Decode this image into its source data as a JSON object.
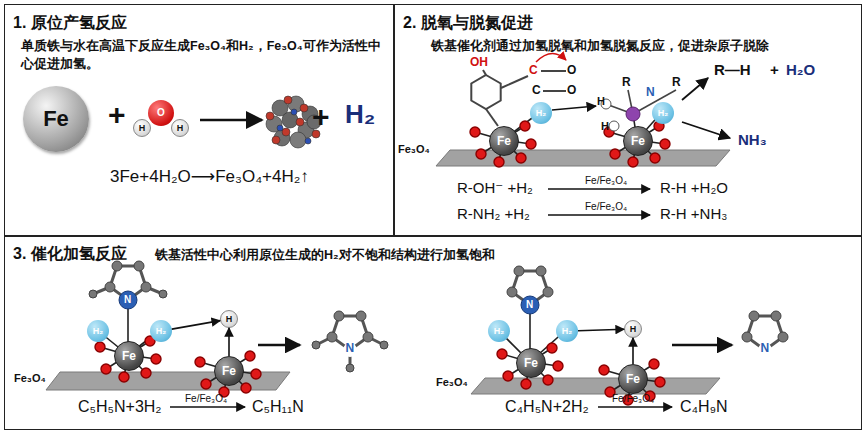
{
  "diagram": {
    "nodes": [
      {
        "text": [
          "1. 原位产氢反应",
          "单质铁与水在高温下反应生成Fe₃O₄和H₂，Fe₃O₄可作为活性中心促进加氢。"
        ]
      },
      {
        "text": [
          "2. 脱氧与脱氮促进",
          "铁基催化剂通过加氢脱氧和加氢脱氮反应，促进杂原子脱除"
        ]
      },
      {
        "text": [
          "3. 催化加氢反应",
          "铁基活性中心利用原位生成的H₂对不饱和结构进行加氢饱和"
        ]
      },
      {
        "text": [
          "Fe"
        ],
        "in": 0
      },
      {
        "text": [
          "O"
        ],
        "in": 0
      },
      {
        "text": [
          "H"
        ],
        "in": 0
      },
      {
        "text": [
          "H"
        ],
        "in": 0
      },
      {
        "text": [
          "Fe"
        ],
        "in": 1
      },
      {
        "text": [
          "H₂"
        ],
        "in": 1
      },
      {
        "text": [
          "Fe"
        ],
        "in": 1
      },
      {
        "text": [
          "H₂"
        ],
        "in": 1
      },
      {
        "text": [
          "Fe"
        ],
        "in": 2
      },
      {
        "text": [
          "H₂"
        ],
        "in": 2
      },
      {
        "text": [
          "H₂"
        ],
        "in": 2
      },
      {
        "text": [
          "Fe"
        ],
        "in": 2
      },
      {
        "text": [
          "H"
        ],
        "in": 2
      },
      {
        "text": [
          "Fe"
        ],
        "in": 2
      },
      {
        "text": [
          "H₂"
        ],
        "in": 2
      },
      {
        "text": [
          "H₂"
        ],
        "in": 2
      },
      {
        "text": [
          "Fe"
        ],
        "in": 2
      },
      {
        "text": [
          "H"
        ],
        "in": 2
      }
    ],
    "edges": [
      {
        "from": 13,
        "to": 15,
        "arrow": "to"
      },
      {
        "from": 14,
        "to": 15,
        "arrow": "to"
      },
      {
        "from": 18,
        "to": 20,
        "arrow": "to"
      },
      {
        "from": 19,
        "to": 20,
        "arrow": "to"
      }
    ],
    "labels": [
      "+",
      "+",
      "H₂",
      "3Fe+4H₂O⟶Fe₃O₄+4H₂↑",
      "OH",
      "C",
      "O",
      "C",
      "O",
      "R",
      "N",
      "R",
      "H",
      "H",
      "R—H",
      "+",
      "H₂O",
      "NH₃",
      "Fe₃O₄",
      "R-OH⁻ +H₂",
      "Fe/Fe₃O₄",
      "R-H +H₂O",
      "R-NH₂ +H₂",
      "Fe/Fe₃O₄",
      "R-H +NH₃",
      "N",
      "Fe₃O₄",
      "C₅H₅N+3H₂",
      "Fe/Fe₃O₄",
      "C₅H₁₁N",
      "N",
      "N",
      "Fe₃O₄",
      "C₄H₅N+2H₂",
      "Fe/Fe₃O₄",
      "C₄H₉N",
      "N"
    ]
  }
}
